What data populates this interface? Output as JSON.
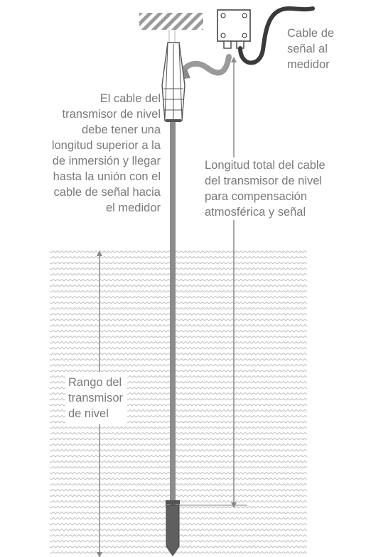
{
  "labels": {
    "signal_cable": [
      "Cable de",
      "señal al",
      "medidor"
    ],
    "cable_note": [
      "El cable del",
      "transmisor de nivel",
      "debe tener una",
      "longitud superior a la",
      "de inmersión y llegar",
      "hasta la unión con el",
      "cable de señal hacia",
      "el medidor"
    ],
    "total_length": [
      "Longitud total del cable",
      "del transmisor de nivel",
      "para compensación",
      "atmosférica y señal"
    ],
    "range": [
      "Rango del",
      "transmisor",
      "de nivel"
    ]
  },
  "colors": {
    "text": "#7a7a7a",
    "cable": "#8c8c8c",
    "signal_cable": "#3a3a3a",
    "probe": "#5f5f5f",
    "water_wave": "#b8b8b8",
    "line": "#8a8a8a"
  }
}
